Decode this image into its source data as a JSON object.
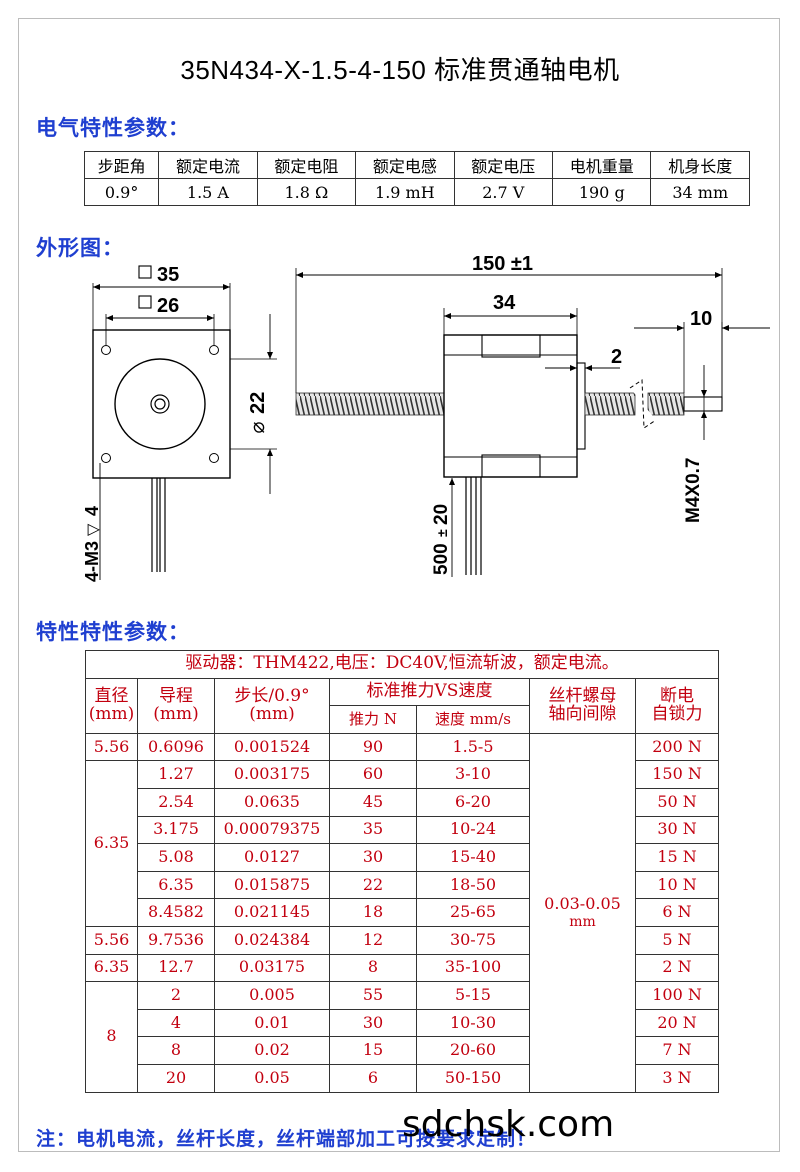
{
  "title": "35N434-X-1.5-4-150 标准贯通轴电机",
  "sections": {
    "electrical": "电气特性参数：",
    "outline": "外形图：",
    "characteristics": "特性特性参数："
  },
  "electrical_table": {
    "headers": [
      "步距角",
      "额定电流",
      "额定电阻",
      "额定电感",
      "额定电压",
      "电机重量",
      "机身长度"
    ],
    "values": [
      "0.9°",
      "1.5 A",
      "1.8 Ω",
      "1.9 mH",
      "2.7 V",
      "190 g",
      "34 mm"
    ]
  },
  "drawing": {
    "sq35": "35",
    "sq26": "26",
    "dia22": "22",
    "mount": "4-M3",
    "mount_depth": "4",
    "len150": "150 ±1",
    "len34": "34",
    "len10": "10",
    "len2": "2",
    "lead": "500",
    "lead_tol": "20",
    "thread": "M4X0.7"
  },
  "char_table": {
    "driver_row": "驱动器：THM422,电压：DC40V,恒流斩波，额定电流。",
    "h_dia": "直径",
    "h_dia_unit": "(mm)",
    "h_lead": "导程",
    "h_lead_unit": "(mm)",
    "h_step": "步长/0.9°",
    "h_step_unit": "(mm)",
    "h_thrust_speed": "标准推力VS速度",
    "h_thrust": "推力 N",
    "h_speed": "速度 mm/s",
    "h_backlash_1": "丝杆螺母",
    "h_backlash_2": "轴向间隙",
    "h_lock_1": "断电",
    "h_lock_2": "自锁力",
    "backlash_value": "0.03-0.05",
    "backlash_unit": "mm",
    "dia_groups": [
      "5.56",
      "6.35",
      "5.56",
      "6.35",
      "8"
    ],
    "rows": [
      {
        "lead": "0.6096",
        "step": "0.001524",
        "thrust": "90",
        "speed": "1.5-5",
        "lock": "200 N"
      },
      {
        "lead": "1.27",
        "step": "0.003175",
        "thrust": "60",
        "speed": "3-10",
        "lock": "150 N"
      },
      {
        "lead": "2.54",
        "step": "0.0635",
        "thrust": "45",
        "speed": "6-20",
        "lock": "50 N"
      },
      {
        "lead": "3.175",
        "step": "0.00079375",
        "thrust": "35",
        "speed": "10-24",
        "lock": "30 N"
      },
      {
        "lead": "5.08",
        "step": "0.0127",
        "thrust": "30",
        "speed": "15-40",
        "lock": "15 N"
      },
      {
        "lead": "6.35",
        "step": "0.015875",
        "thrust": "22",
        "speed": "18-50",
        "lock": "10 N"
      },
      {
        "lead": "8.4582",
        "step": "0.021145",
        "thrust": "18",
        "speed": "25-65",
        "lock": "6 N"
      },
      {
        "lead": "9.7536",
        "step": "0.024384",
        "thrust": "12",
        "speed": "30-75",
        "lock": "5 N"
      },
      {
        "lead": "12.7",
        "step": "0.03175",
        "thrust": "8",
        "speed": "35-100",
        "lock": "2 N"
      },
      {
        "lead": "2",
        "step": "0.005",
        "thrust": "55",
        "speed": "5-15",
        "lock": "100 N"
      },
      {
        "lead": "4",
        "step": "0.01",
        "thrust": "30",
        "speed": "10-30",
        "lock": "20 N"
      },
      {
        "lead": "8",
        "step": "0.02",
        "thrust": "15",
        "speed": "20-60",
        "lock": "7 N"
      },
      {
        "lead": "20",
        "step": "0.05",
        "thrust": "6",
        "speed": "50-150",
        "lock": "3 N"
      }
    ]
  },
  "note": "注：电机电流，丝杆长度，丝杆端部加工可按要求定制！",
  "watermark": "sdchsk.com",
  "colors": {
    "heading": "#1f3fd0",
    "table_text": "#c2000f"
  }
}
